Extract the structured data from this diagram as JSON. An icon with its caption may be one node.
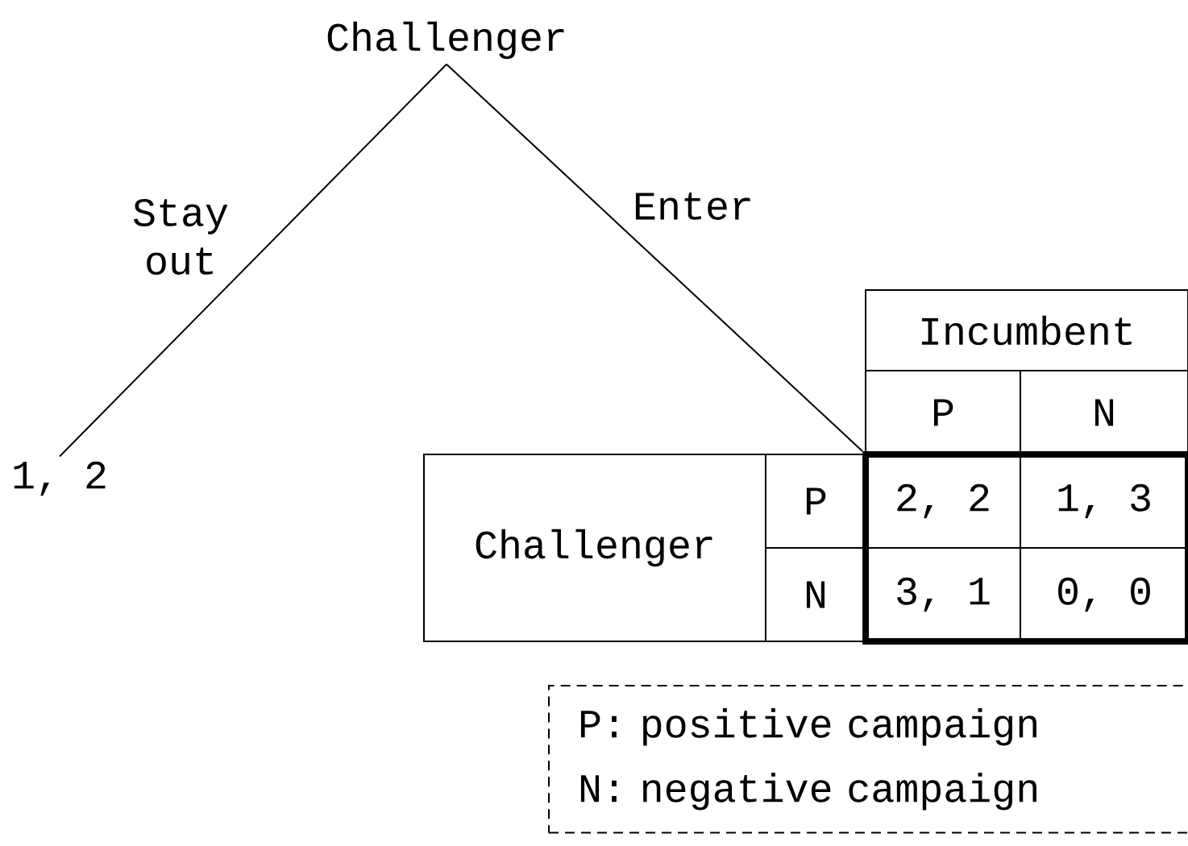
{
  "diagram": {
    "nodes": [
      {
        "text": [
          "Challenger"
        ]
      },
      {
        "text": [
          "1, 2"
        ]
      },
      {
        "text": [
          "Incumbent"
        ]
      },
      {
        "text": [
          "P"
        ]
      },
      {
        "text": [
          "N"
        ]
      },
      {
        "text": [
          "Challenger"
        ]
      },
      {
        "text": [
          "P"
        ]
      },
      {
        "text": [
          "N"
        ]
      },
      {
        "text": [],
        "shape": "box"
      },
      {
        "text": [
          "2, 2"
        ],
        "in": 8
      },
      {
        "text": [
          "1, 3"
        ],
        "in": 8
      },
      {
        "text": [
          "3, 1"
        ],
        "in": 8
      },
      {
        "text": [
          "0, 0"
        ],
        "in": 8
      },
      {
        "text": [
          "P: positive campaign",
          "N: negative campaign"
        ]
      }
    ],
    "edges": [
      {
        "from": 0,
        "to": 1,
        "arrow": "none",
        "label": "Stay out"
      },
      {
        "from": 0,
        "to": 8,
        "arrow": "none",
        "label": "Enter"
      }
    ]
  }
}
